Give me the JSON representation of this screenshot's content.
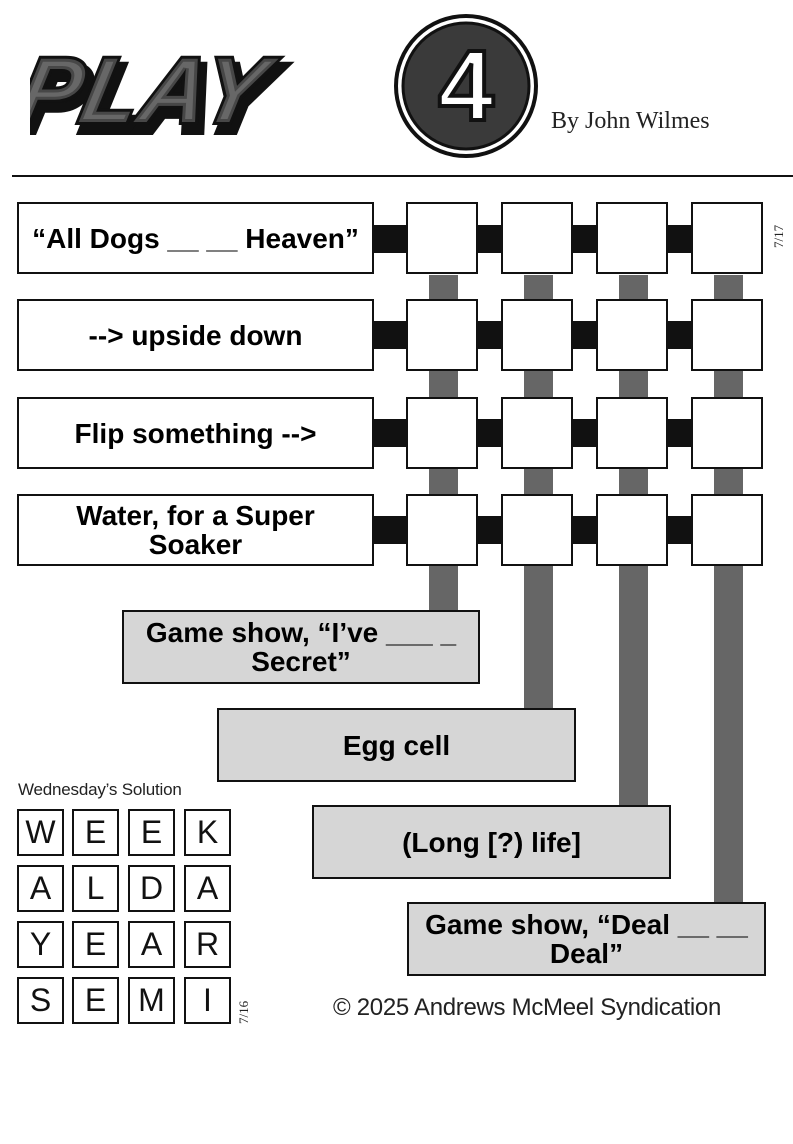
{
  "header": {
    "logo_text": "PLAY4",
    "byline": "By John Wilmes"
  },
  "puzzle": {
    "date": "7/17",
    "across_clues": [
      "“All Dogs __ __ Heaven”",
      "--> upside down",
      "Flip something -->",
      "Water, for a Super Soaker"
    ],
    "down_clues": [
      "Game show, “I’ve ___ _ Secret”",
      "Egg cell",
      "(Long [?) life]",
      "Game show, “Deal __ __ Deal”"
    ]
  },
  "solution": {
    "title": "Wednesday’s Solution",
    "date": "7/16",
    "rows": [
      [
        "W",
        "E",
        "E",
        "K"
      ],
      [
        "A",
        "L",
        "D",
        "A"
      ],
      [
        "Y",
        "E",
        "A",
        "R"
      ],
      [
        "S",
        "E",
        "M",
        "I"
      ]
    ]
  },
  "footer": {
    "copyright": "© 2025 Andrews McMeel Syndication"
  }
}
